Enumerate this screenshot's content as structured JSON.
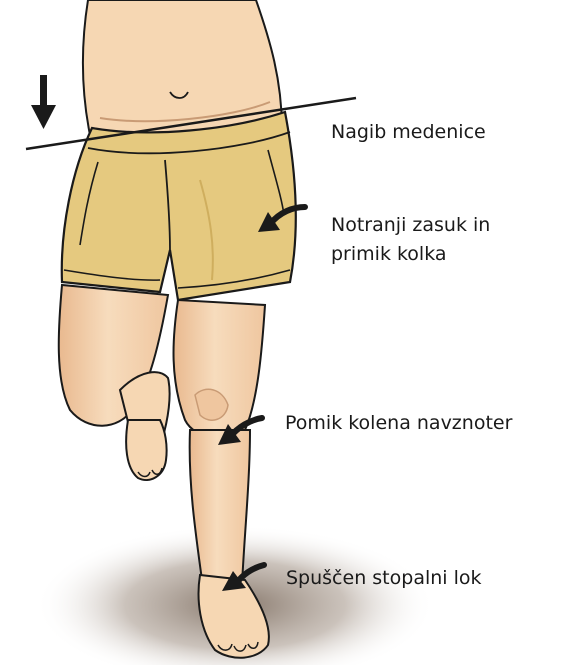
{
  "labels": {
    "pelvic_tilt": "Nagib medenice",
    "hip_rotation_line1": "Notranji zasuk in",
    "hip_rotation_line2": "primik kolka",
    "knee_valgus": "Pomik kolena navznoter",
    "foot_arch": "Spuščen stopalni lok"
  },
  "colors": {
    "skin": "#f6d7b3",
    "skin_shade": "#e9b98f",
    "shorts": "#e5c97f",
    "shorts_shade": "#cfae5e",
    "outline": "#1a1a1a",
    "ground_shadow": "#807063"
  },
  "icons": {
    "down_arrow": "arrow-down",
    "curved_arrows": "curved-arrow-left"
  }
}
